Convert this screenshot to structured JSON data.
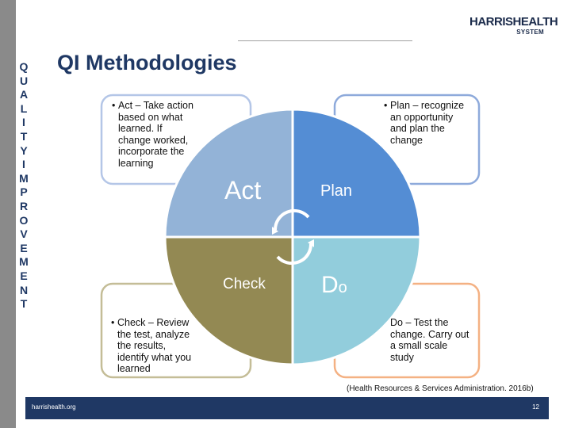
{
  "sidebar": {
    "letters": [
      "Q",
      "U",
      "A",
      "L",
      "I",
      "T",
      "Y",
      "I",
      "M",
      "P",
      "R",
      "O",
      "V",
      "E",
      "M",
      "E",
      "N",
      "T"
    ]
  },
  "logo": {
    "harris": "HARRIS",
    "health": "HEALTH",
    "system": "SYSTEM"
  },
  "title": "QI Methodologies",
  "quadrants": {
    "act": {
      "label": "Act",
      "color": "#93b3d7"
    },
    "plan": {
      "label": "Plan",
      "color": "#548dd4"
    },
    "check": {
      "label": "Check",
      "color": "#938953"
    },
    "do": {
      "label": "D",
      "label_small": "o",
      "color": "#92cddc"
    }
  },
  "boxes": {
    "act": {
      "bullet": "•",
      "lines": [
        "Act – Take action",
        "based on what",
        "learned. If",
        "change worked,",
        "incorporate the",
        "learning"
      ],
      "border": "#b4c6e7"
    },
    "plan": {
      "bullet": "•",
      "lines": [
        "Plan – recognize",
        "an opportunity",
        "and plan the",
        "change"
      ],
      "border": "#8eaadb"
    },
    "check": {
      "bullet": "•",
      "lines": [
        "Check – Review",
        "the test, analyze",
        "the results,",
        "identify what you",
        "learned"
      ],
      "border": "#c4bd97"
    },
    "do": {
      "lines": [
        "Do – Test the",
        "change. Carry out",
        "a small scale",
        "study"
      ],
      "border": "#f4b183"
    }
  },
  "citation": "(Health Resources & Services Administration. 2016b)",
  "footer": {
    "left": "harrishealth.org",
    "right": "12"
  }
}
